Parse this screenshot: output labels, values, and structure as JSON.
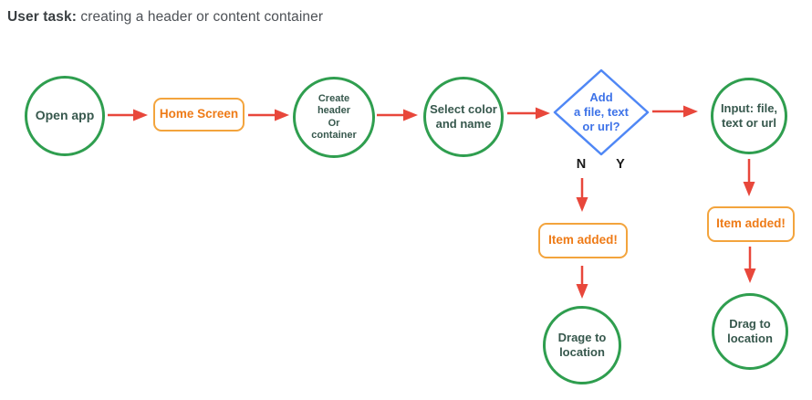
{
  "title": {
    "prefix": "User task:",
    "text": " creating a header or content container"
  },
  "colors": {
    "green": "#2f9e4f",
    "node_text": "#37584d",
    "orange_border": "#f3a43d",
    "orange_text": "#ee7b17",
    "red": "#e8473b",
    "blue_border": "#4f87f5",
    "blue_text": "#3e73e8",
    "title_bold_color": "#3a3f42",
    "title_rest_color": "#4d5156",
    "ny_color": "#1a1a1a"
  },
  "nodes": {
    "open_app": "Open app",
    "home_screen": "Home Screen",
    "create_header": "Create\nheader\nOr\ncontainer",
    "select_color": "Select color\nand name",
    "add_decision": "Add\na file, text\nor url?",
    "input_file": "Input: file,\ntext or url",
    "item_added_no": "Item added!",
    "item_added_yes": "Item added!",
    "drage_to_location": "Drage to\nlocation",
    "drag_to_location": "Drag to\nlocation"
  },
  "branch_labels": {
    "no": "N",
    "yes": "Y"
  },
  "edges": [
    {
      "from": "open_app",
      "to": "home_screen"
    },
    {
      "from": "home_screen",
      "to": "create_header"
    },
    {
      "from": "create_header",
      "to": "select_color"
    },
    {
      "from": "select_color",
      "to": "add_decision"
    },
    {
      "from": "add_decision",
      "to": "input_file",
      "branch": "Y"
    },
    {
      "from": "add_decision",
      "to": "item_added_no",
      "branch": "N"
    },
    {
      "from": "input_file",
      "to": "item_added_yes"
    },
    {
      "from": "item_added_no",
      "to": "drage_to_location"
    },
    {
      "from": "item_added_yes",
      "to": "drag_to_location"
    }
  ]
}
